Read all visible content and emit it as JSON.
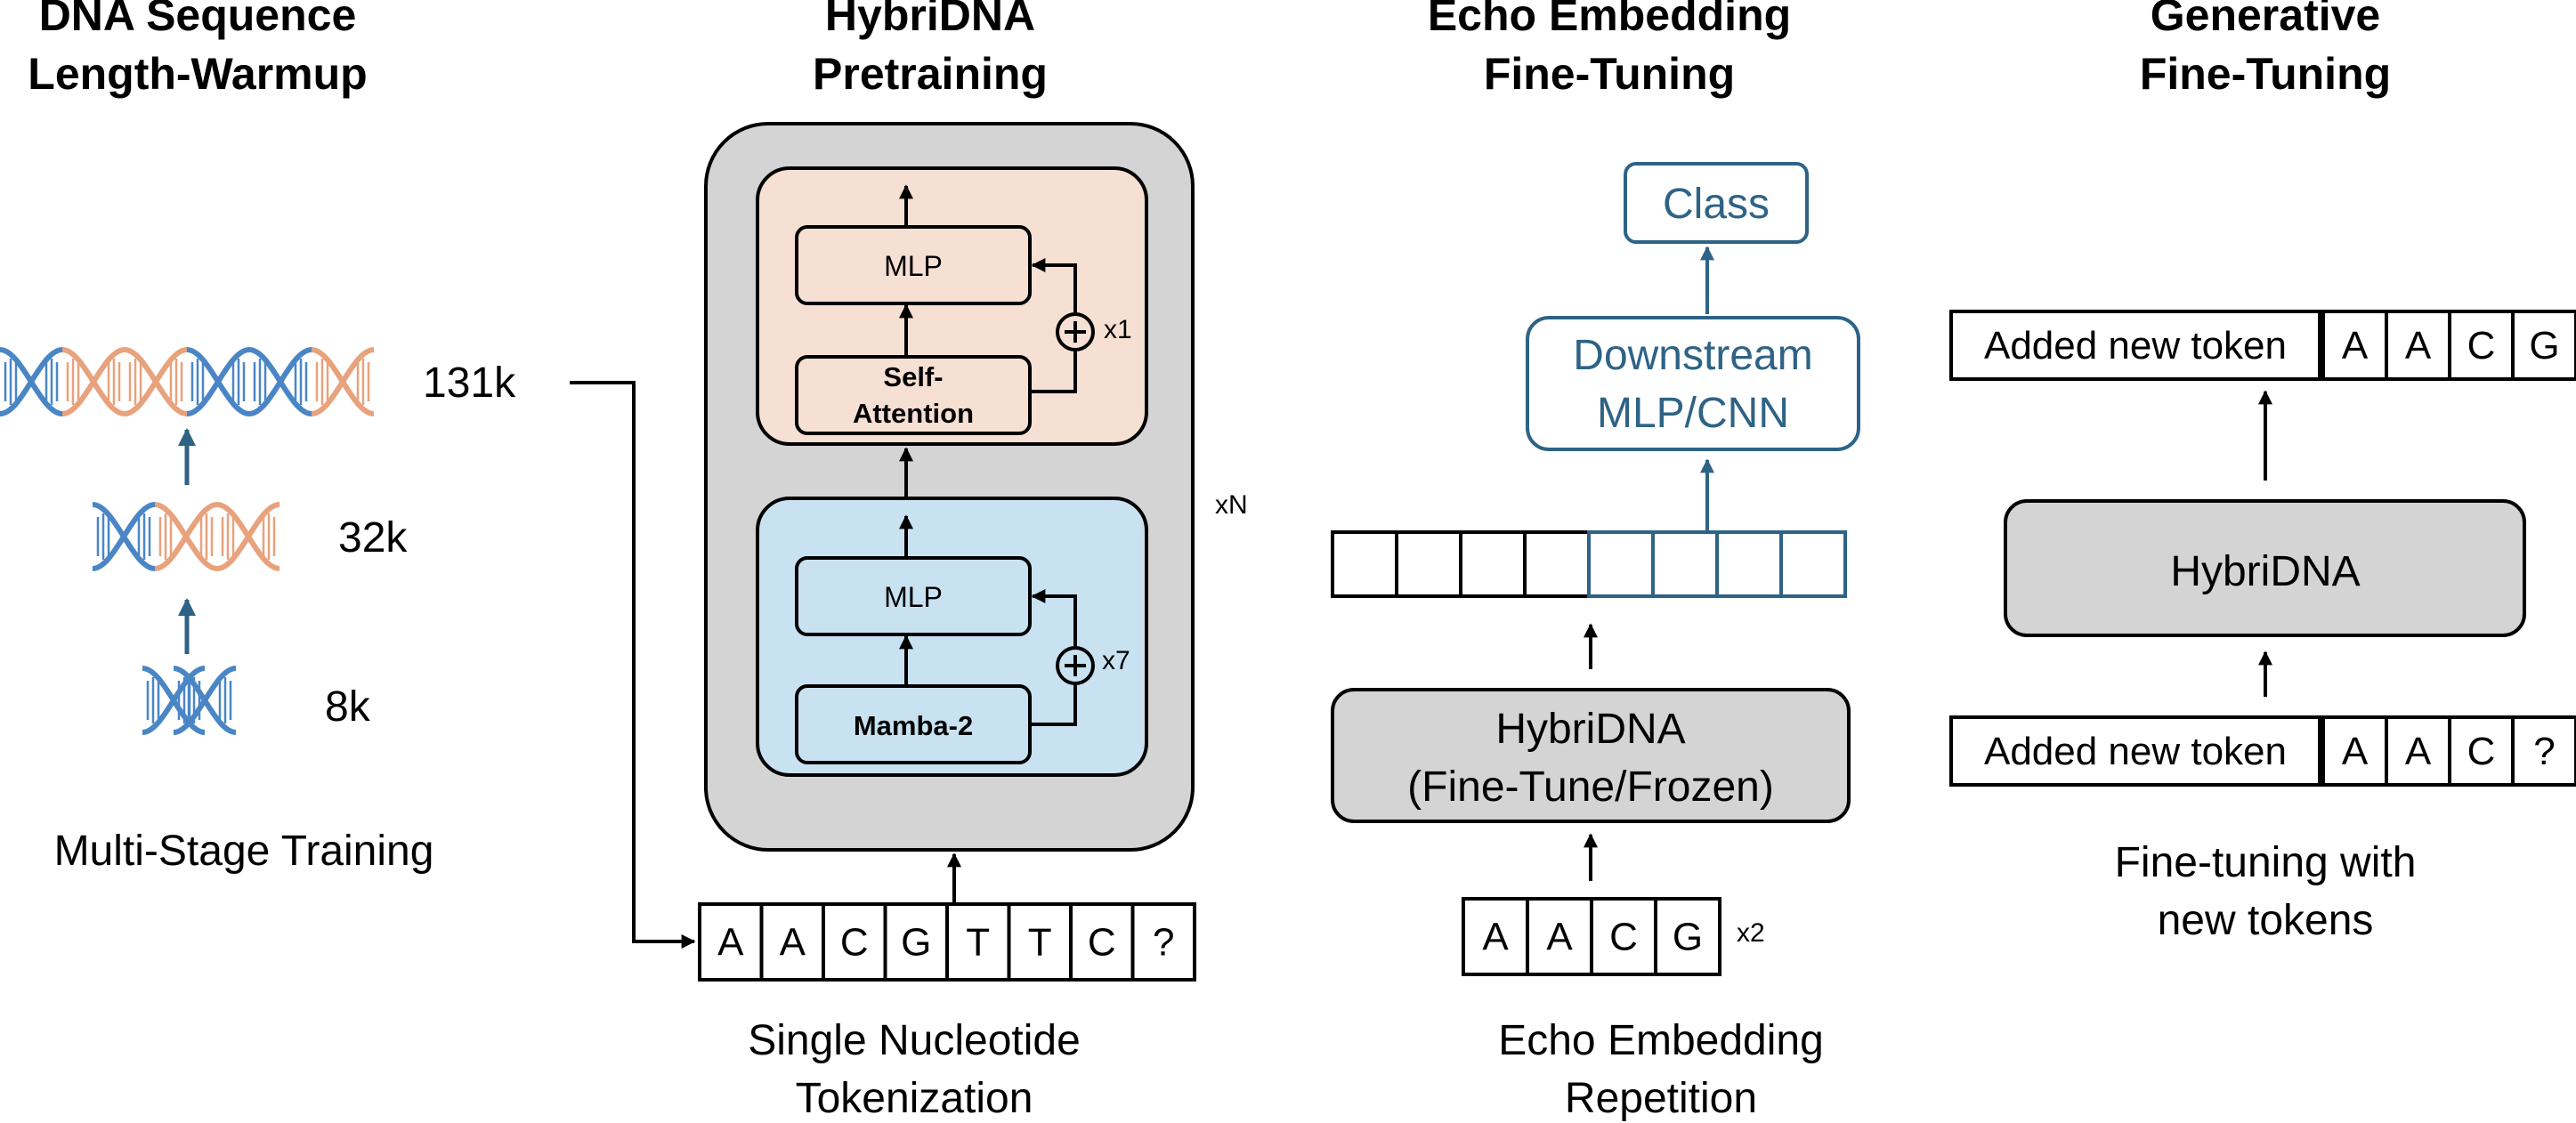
{
  "headings": {
    "warmup": [
      "DNA Sequence",
      "Length-Warmup"
    ],
    "pretraining": [
      "HybriDNA",
      "Pretraining"
    ],
    "echo": [
      "Echo Embedding",
      "Fine-Tuning"
    ],
    "generative": [
      "Generative",
      "Fine-Tuning"
    ]
  },
  "warmup": {
    "stages": [
      "131k",
      "32k",
      "8k"
    ],
    "caption": "Multi-Stage Training"
  },
  "pretraining": {
    "attention_block": {
      "mlp": "MLP",
      "attn": [
        "Self-",
        "Attention"
      ],
      "repeat": "x1"
    },
    "mamba_block": {
      "mlp": "MLP",
      "mamba": "Mamba-2",
      "repeat": "x7"
    },
    "stack_repeat": "xN",
    "tokens": [
      "A",
      "A",
      "C",
      "G",
      "T",
      "T",
      "C",
      "?"
    ],
    "caption": [
      "Single Nucleotide",
      "Tokenization"
    ]
  },
  "echo": {
    "class_label": "Class",
    "downstream": [
      "Downstream",
      "MLP/CNN"
    ],
    "model": [
      "HybriDNA",
      "(Fine-Tune/Frozen)"
    ],
    "tokens": [
      "A",
      "A",
      "C",
      "G"
    ],
    "repeat": "x2",
    "caption": [
      "Echo Embedding",
      "Repetition"
    ]
  },
  "generative": {
    "output": {
      "added": "Added new token",
      "tokens": [
        "A",
        "A",
        "C",
        "G"
      ]
    },
    "model": "HybriDNA",
    "input": {
      "added": "Added new token",
      "tokens": [
        "A",
        "A",
        "C",
        "?"
      ]
    },
    "caption": [
      "Fine-tuning with",
      "new tokens"
    ]
  },
  "colors": {
    "dna_blue": "#4a86c5",
    "dna_orange": "#e8a27c",
    "stage_arrow": "#2e6386",
    "attention_fill": "#f6e0d3",
    "mamba_fill": "#c8e2f2",
    "gray_fill": "#d4d4d4",
    "downstream_blue": "#2e6386"
  }
}
